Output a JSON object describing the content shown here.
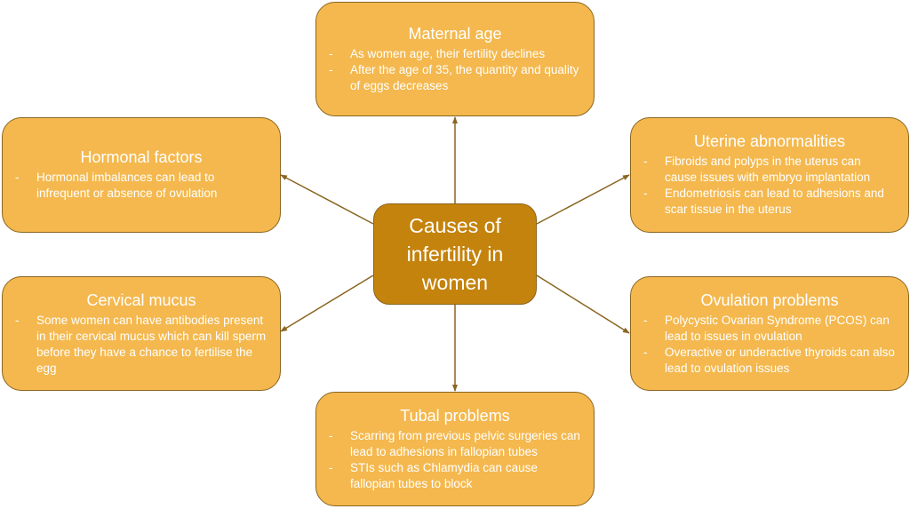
{
  "center": {
    "title": "Causes of infertility in women"
  },
  "nodes": {
    "maternal": {
      "title": "Maternal age",
      "points": [
        "As women age, their fertility declines",
        "After the age of 35, the quantity and quality of eggs decreases"
      ]
    },
    "hormonal": {
      "title": "Hormonal factors",
      "points": [
        "Hormonal imbalances can lead to infrequent or absence of ovulation"
      ]
    },
    "uterine": {
      "title": "Uterine abnormalities",
      "points": [
        "Fibroids and polyps in the uterus can cause issues with embryo implantation",
        "Endometriosis can lead to adhesions and scar tissue in the uterus"
      ]
    },
    "cervical": {
      "title": "Cervical mucus",
      "points": [
        "Some women can have antibodies present in their cervical mucus which can kill sperm before they have a chance to fertilise the egg"
      ]
    },
    "ovulation": {
      "title": "Ovulation problems",
      "points": [
        "Polycystic Ovarian Syndrome (PCOS) can lead to issues in ovulation",
        "Overactive or underactive thyroids can also lead to ovulation issues"
      ]
    },
    "tubal": {
      "title": "Tubal problems",
      "points": [
        "Scarring from previous pelvic surgeries can lead to adhesions in fallopian tubes",
        "STIs such as Chlamydia can cause fallopian tubes to block"
      ]
    }
  },
  "colors": {
    "node": "#F4B84E",
    "center": "#C4830C",
    "line": "#8A6520"
  }
}
